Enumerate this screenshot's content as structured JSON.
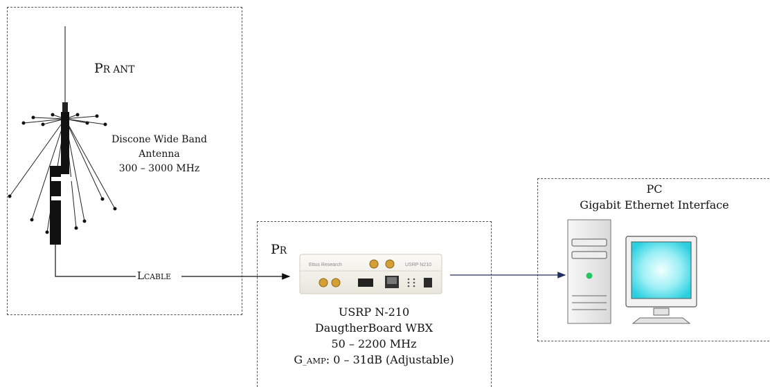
{
  "antenna_block": {
    "pr_ant_main": "P",
    "pr_ant_sub": "R ANT",
    "name_line1": "Discone Wide Band",
    "name_line2": "Antenna",
    "freq": "300 – 3000 MHz"
  },
  "cable": {
    "l_main": "L",
    "l_sub": "CABLE"
  },
  "usrp_block": {
    "pr_main": "P",
    "pr_sub": "R",
    "device_brand": "Ettus Research",
    "device_model": "USRP  N210",
    "line1": "USRP N-210",
    "line2": "DaugtherBoard WBX",
    "line3": "50 – 2200 MHz",
    "gamp_main": "G",
    "gamp_sub": "_AMP",
    "gamp_rest": ": 0 – 31dB (Adjustable)"
  },
  "pc_block": {
    "title": "PC",
    "subtitle": "Gigabit Ethernet Interface"
  },
  "colors": {
    "dashed_border": "#555555",
    "arrow_black": "#111111",
    "arrow_blue": "#1f2f5e",
    "monitor_screen": "#7fe6ef",
    "led_green": "#22c55e"
  }
}
